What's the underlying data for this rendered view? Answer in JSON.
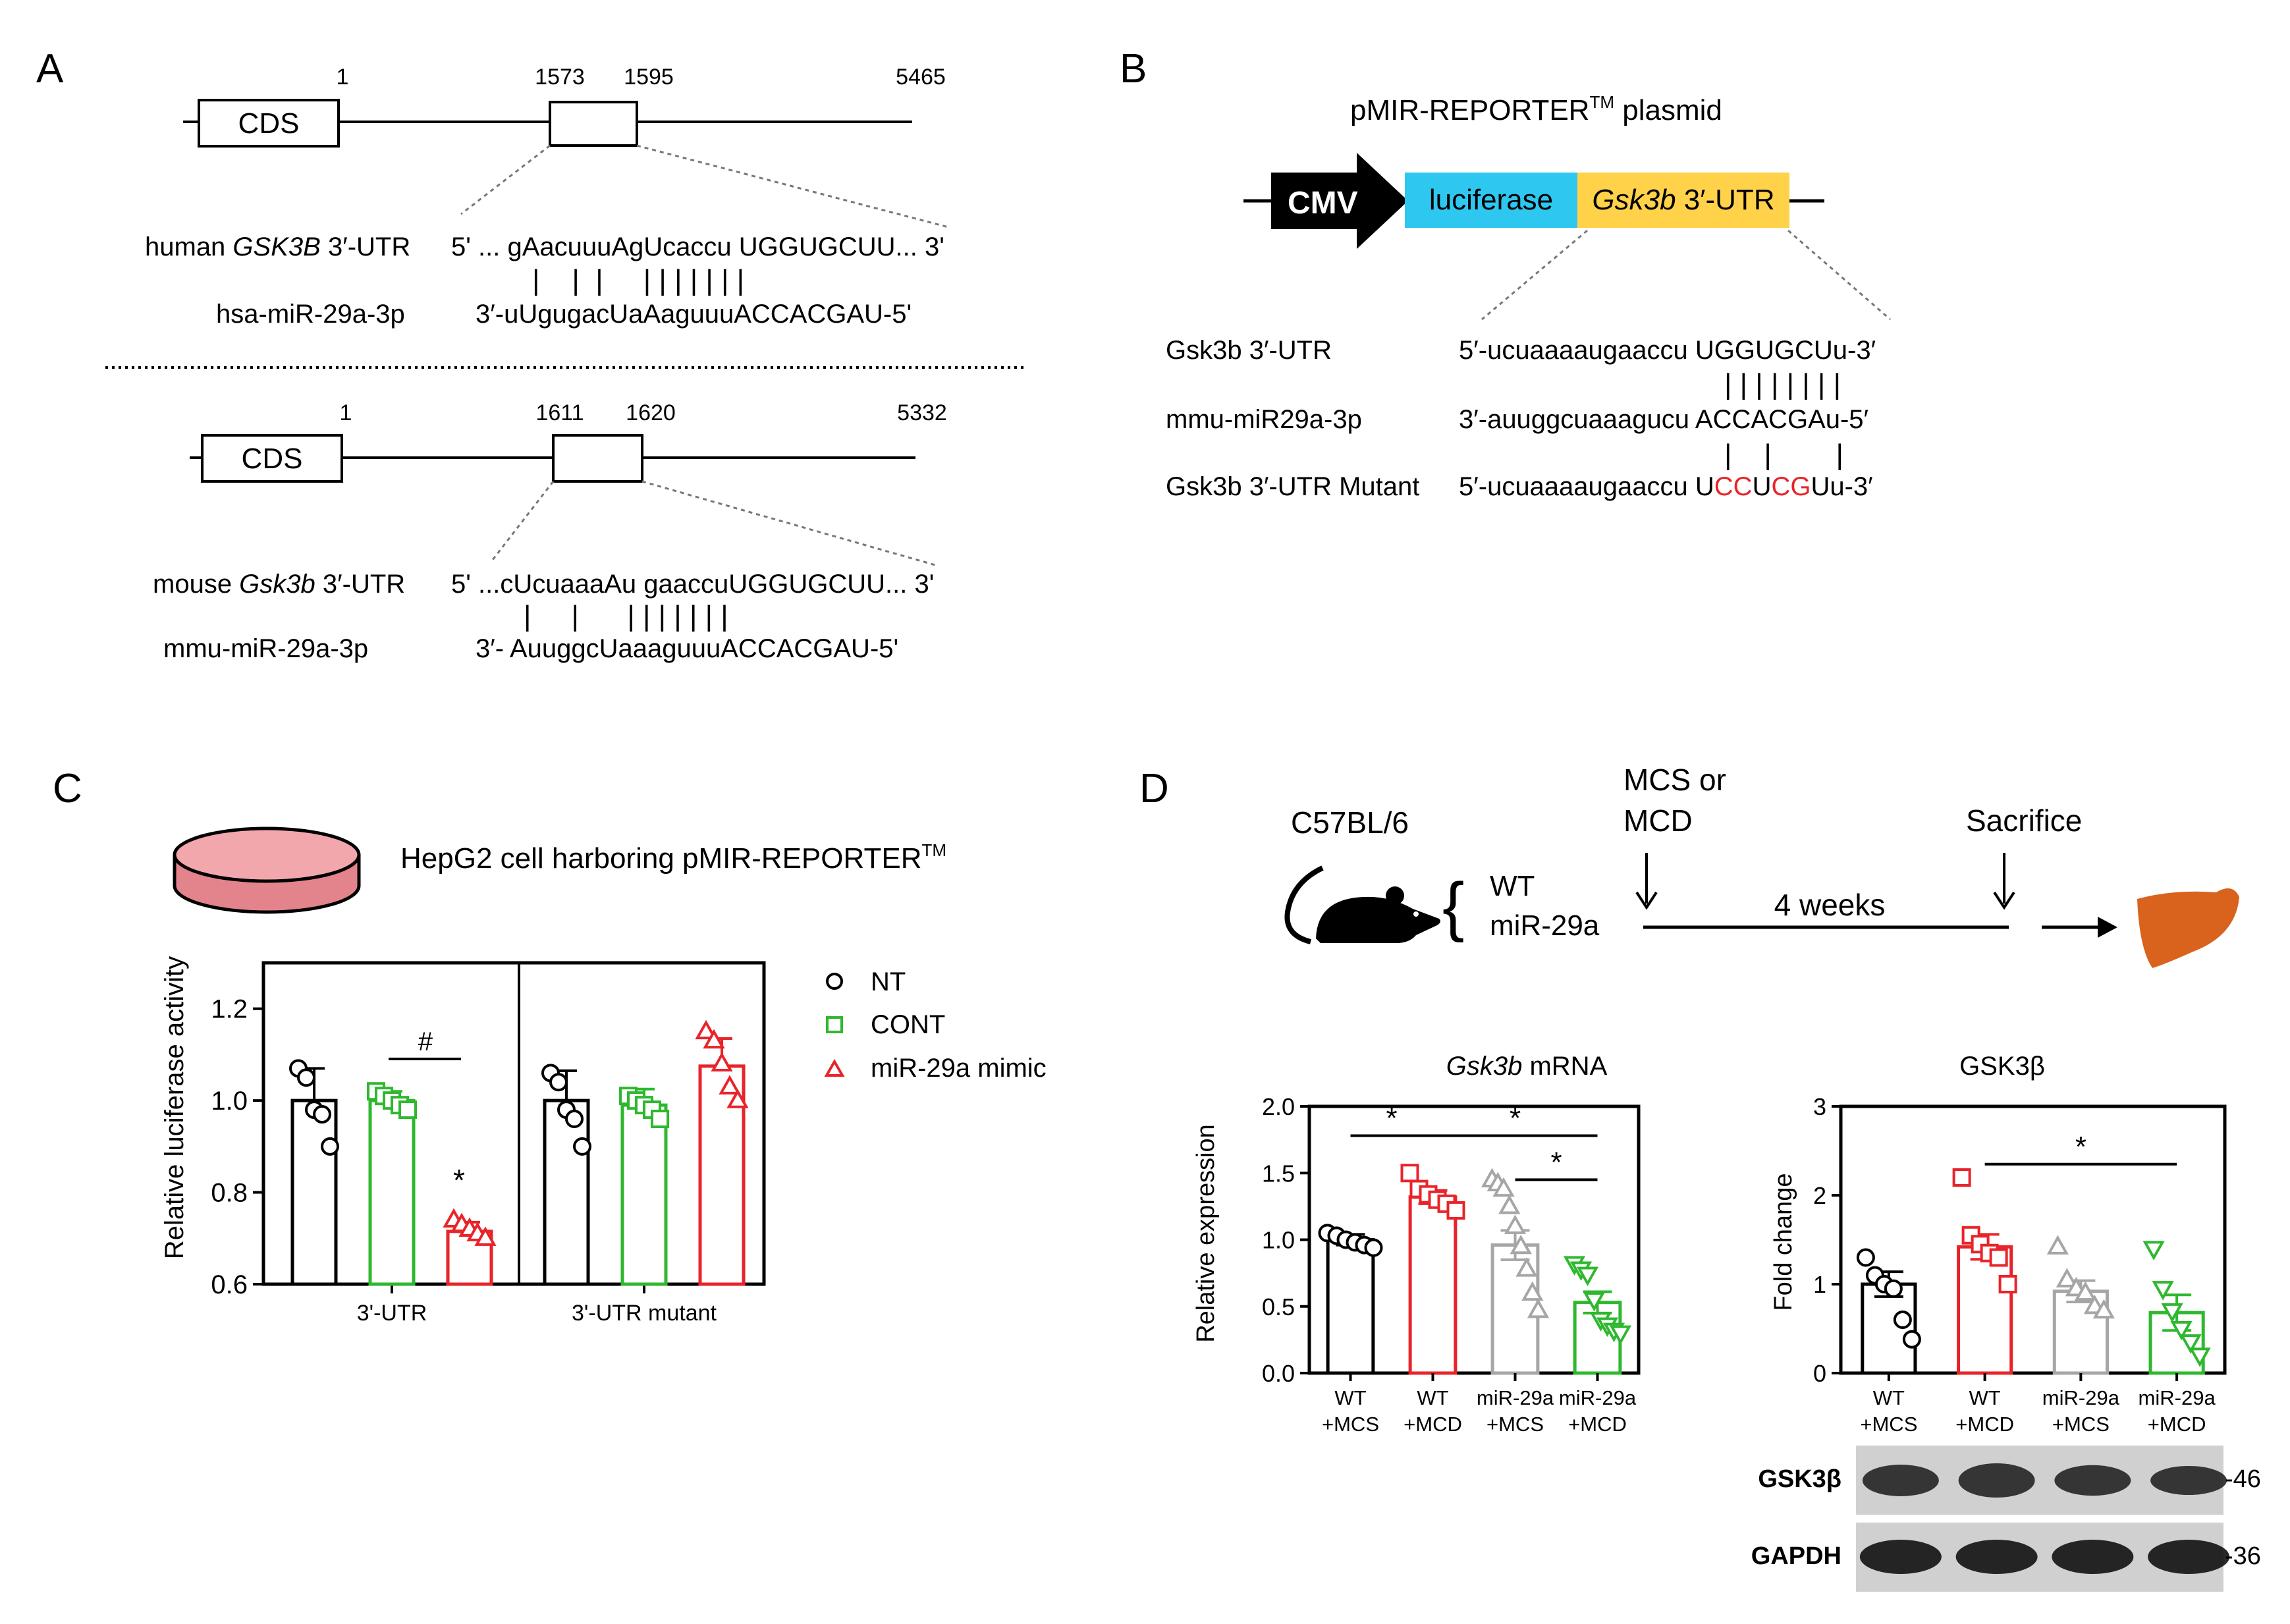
{
  "panels": {
    "A": "A",
    "B": "B",
    "C": "C",
    "D": "D"
  },
  "panelA": {
    "human": {
      "cds": "CDS",
      "pos": [
        "1",
        "1573",
        "1595",
        "5465"
      ],
      "utr_label_prefix": "human ",
      "utr_label_gene": "GSK3B",
      "utr_label_suffix": " 3′-UTR",
      "utr_seq": "5' ... gAacuuuAgUcaccu UGGUGCUU... 3'",
      "mir_label": "hsa-miR-29a-3p",
      "mir_seq": "3′-uUgugacUaAaguuuACCACGAU-5'",
      "pairs": "|    |  |     | | | | | | |"
    },
    "mouse": {
      "cds": "CDS",
      "pos": [
        "1",
        "1611",
        "1620",
        "5332"
      ],
      "utr_label_prefix": "mouse ",
      "utr_label_gene": "Gsk3b",
      "utr_label_suffix": " 3′-UTR",
      "utr_seq": "5' ...cUcuaaaAu gaaccuUGGUGCUU... 3'",
      "mir_label": "mmu-miR-29a-3p",
      "mir_seq": "3′- AuuggcUaaaguuuACCACGAU-5'",
      "pairs": "|     |      | | | | | | |"
    }
  },
  "panelB": {
    "title_main": "pMIR-REPORTER",
    "title_tm": "TM",
    "title_suffix": " plasmid",
    "cmv": "CMV",
    "luciferase": "luciferase",
    "utr_gene": "Gsk3b",
    "utr_suffix": " 3′-UTR",
    "rows": [
      {
        "label": "Gsk3b  3′-UTR",
        "seq": "5′-ucuaaaaugaaccu UGGUGCUu-3′"
      },
      {
        "label": "mmu-miR29a-3p",
        "seq": "3′-auuggcuaaagucu ACCACGAu-5′"
      },
      {
        "label": "Gsk3b  3′-UTR Mutant",
        "seq_prefix": "5′-ucuaaaaugaaccu ",
        "seq_parts": [
          "U",
          "CC",
          "U",
          "CG",
          "Uu-3′"
        ]
      }
    ],
    "pairs_top": "| | | | | | | |",
    "pairs_bottom": "|    |        |"
  },
  "panelC": {
    "cell_label_main": "HepG2 cell harboring pMIR-REPORTER",
    "cell_label_tm": "TM",
    "significance": {
      "hash": "#",
      "star": "*"
    },
    "legend": [
      "NT",
      "CONT",
      "miR-29a mimic"
    ]
  },
  "panelD": {
    "strain": "C57BL/6",
    "genotypes": [
      "WT",
      "miR-29a"
    ],
    "diet": [
      "MCS or",
      "MCD"
    ],
    "duration": "4 weeks",
    "endpoint": "Sacrifice",
    "star": "*",
    "blot": {
      "bands": [
        "GSK3β",
        "GAPDH"
      ],
      "kda": [
        "-46",
        "-36"
      ]
    }
  },
  "chart_data": [
    {
      "type": "bar",
      "panel": "C",
      "title": "",
      "ylabel": "Relative luciferase activity",
      "xlabel": "",
      "ylim": [
        0.6,
        1.3
      ],
      "yticks": [
        "0.6",
        "0.8",
        "1.0",
        "1.2"
      ],
      "categories": [
        "3'-UTR",
        "3'-UTR mutant"
      ],
      "series": [
        {
          "name": "NT",
          "color": "#000000",
          "marker": "circle",
          "values": [
            1.0,
            1.0
          ],
          "err": [
            0.07,
            0.065
          ],
          "points": [
            [
              1.07,
              1.05,
              0.98,
              0.97,
              0.9
            ],
            [
              1.06,
              1.04,
              0.98,
              0.96,
              0.9
            ]
          ]
        },
        {
          "name": "CONT",
          "color": "#2fb82f",
          "marker": "square",
          "values": [
            1.0,
            0.99
          ],
          "err": [
            0.02,
            0.035
          ],
          "points": [
            [
              1.02,
              1.01,
              1.0,
              0.99,
              0.98
            ],
            [
              1.01,
              1.0,
              0.99,
              0.98,
              0.96
            ]
          ]
        },
        {
          "name": "miR-29a mimic",
          "color": "#e8242a",
          "marker": "triangle",
          "values": [
            0.715,
            1.075
          ],
          "err": [
            0.02,
            0.06
          ],
          "points": [
            [
              0.74,
              0.73,
              0.72,
              0.71,
              0.7
            ],
            [
              1.15,
              1.13,
              1.08,
              1.03,
              1.0
            ]
          ]
        }
      ]
    },
    {
      "type": "bar",
      "panel": "D",
      "title": "Gsk3b mRNA",
      "ylabel": "Relative expression",
      "ylim": [
        0.0,
        2.0
      ],
      "yticks": [
        "0.0",
        "0.5",
        "1.0",
        "1.5",
        "2.0"
      ],
      "categories": [
        "WT +MCS",
        "WT +MCD",
        "miR-29a +MCS",
        "miR-29a +MCD"
      ],
      "colors": [
        "#000000",
        "#e8242a",
        "#a6a6a6",
        "#2fb82f"
      ],
      "markers": [
        "circle",
        "square",
        "triangle",
        "triangle-down"
      ],
      "values": [
        1.0,
        1.32,
        0.96,
        0.53
      ],
      "err": [
        0.04,
        0.05,
        0.11,
        0.08
      ],
      "points": [
        [
          1.05,
          1.03,
          1.0,
          0.98,
          0.96,
          0.94
        ],
        [
          1.5,
          1.38,
          1.34,
          1.3,
          1.27,
          1.22
        ],
        [
          1.45,
          1.42,
          1.38,
          1.25,
          1.1,
          0.95,
          0.78,
          0.6,
          0.47
        ],
        [
          0.82,
          0.78,
          0.74,
          0.55,
          0.4,
          0.36,
          0.32,
          0.3
        ]
      ],
      "sig": [
        "*",
        "*",
        "*"
      ]
    },
    {
      "type": "bar",
      "panel": "D",
      "title": "GSK3β",
      "ylabel": "Fold change",
      "ylim": [
        0,
        3
      ],
      "yticks": [
        "0",
        "1",
        "2",
        "3"
      ],
      "categories": [
        "WT +MCS",
        "WT +MCD",
        "miR-29a +MCS",
        "miR-29a +MCD"
      ],
      "colors": [
        "#000000",
        "#e8242a",
        "#a6a6a6",
        "#2fb82f"
      ],
      "markers": [
        "circle",
        "square",
        "triangle",
        "triangle-down"
      ],
      "values": [
        1.0,
        1.42,
        0.92,
        0.68
      ],
      "err": [
        0.14,
        0.14,
        0.12,
        0.2
      ],
      "points": [
        [
          1.3,
          1.1,
          1.0,
          0.95,
          0.6,
          0.38
        ],
        [
          2.2,
          1.55,
          1.45,
          1.35,
          1.3,
          1.0
        ],
        [
          1.42,
          1.05,
          0.95,
          0.9,
          0.75,
          0.7
        ],
        [
          1.4,
          0.95,
          0.7,
          0.5,
          0.35,
          0.2
        ]
      ],
      "sig": [
        "*"
      ]
    }
  ]
}
